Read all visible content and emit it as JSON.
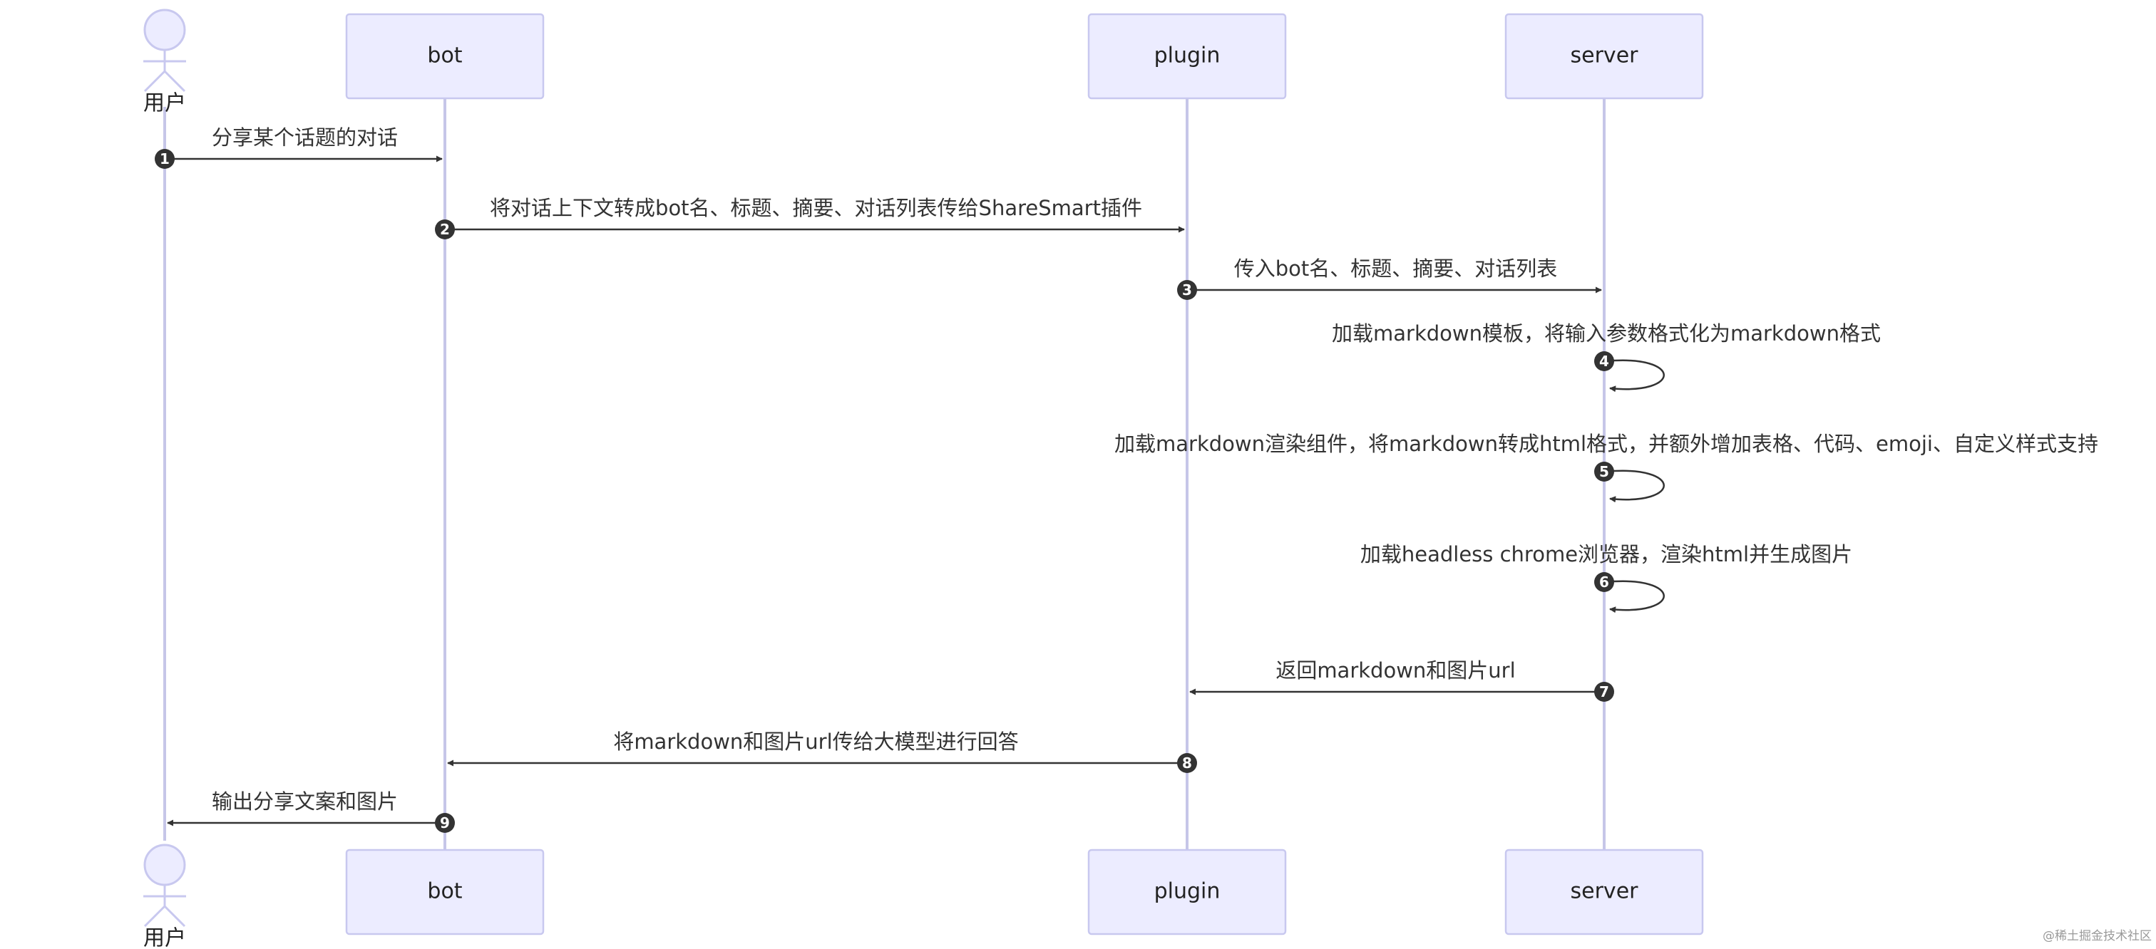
{
  "participants": [
    {
      "id": "user",
      "label": "用户",
      "kind": "actor"
    },
    {
      "id": "bot",
      "label": "bot",
      "kind": "box"
    },
    {
      "id": "plugin",
      "label": "plugin",
      "kind": "box"
    },
    {
      "id": "server",
      "label": "server",
      "kind": "box"
    }
  ],
  "messages": [
    {
      "seq": "1",
      "from": "user",
      "to": "bot",
      "text": "分享某个话题的对话"
    },
    {
      "seq": "2",
      "from": "bot",
      "to": "plugin",
      "text": "将对话上下文转成bot名、标题、摘要、对话列表传给ShareSmart插件"
    },
    {
      "seq": "3",
      "from": "plugin",
      "to": "server",
      "text": "传入bot名、标题、摘要、对话列表"
    },
    {
      "seq": "4",
      "from": "server",
      "to": "server",
      "text": "加载markdown模板，将输入参数格式化为markdown格式"
    },
    {
      "seq": "5",
      "from": "server",
      "to": "server",
      "text": "加载markdown渲染组件，将markdown转成html格式，并额外增加表格、代码、emoji、自定义样式支持"
    },
    {
      "seq": "6",
      "from": "server",
      "to": "server",
      "text": "加载headless chrome浏览器，渲染html并生成图片"
    },
    {
      "seq": "7",
      "from": "server",
      "to": "plugin",
      "text": "返回markdown和图片url"
    },
    {
      "seq": "8",
      "from": "plugin",
      "to": "bot",
      "text": "将markdown和图片url传给大模型进行回答"
    },
    {
      "seq": "9",
      "from": "bot",
      "to": "user",
      "text": "输出分享文案和图片"
    }
  ],
  "watermark": "@稀土掘金技术社区"
}
